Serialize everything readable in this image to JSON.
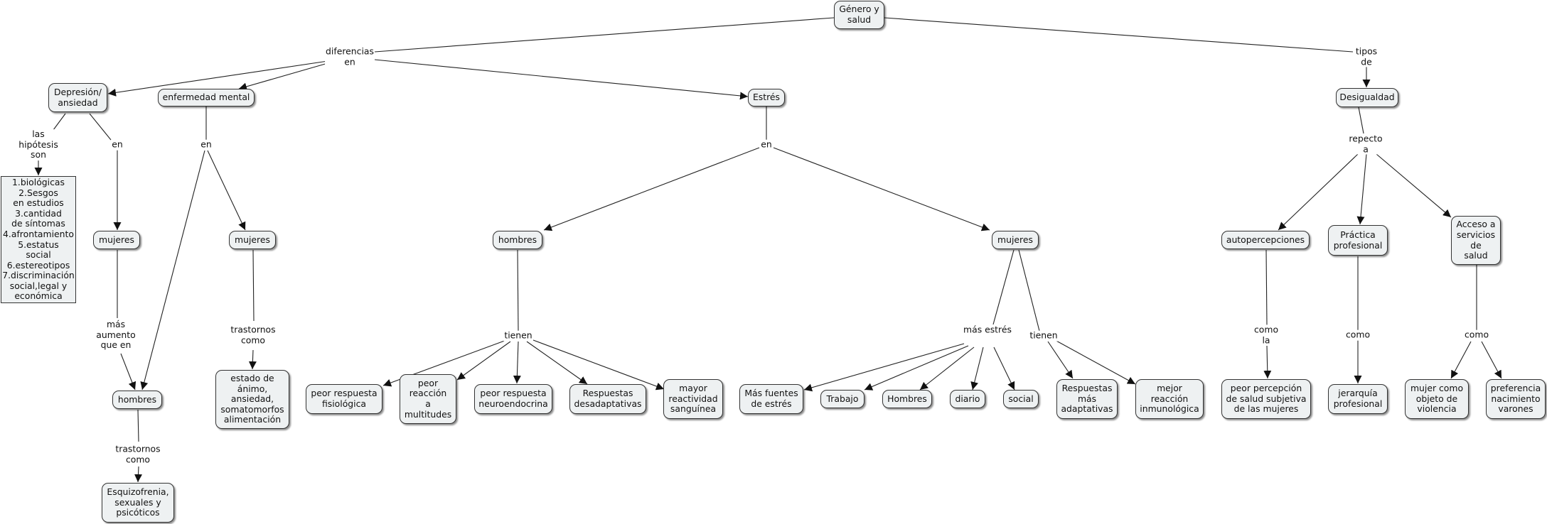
{
  "diagram": {
    "concepts": {
      "genero": "Género y\nsalud",
      "depresion": "Depresión/\nansiedad",
      "enfermedad": "enfermedad mental",
      "estres": "Estrés",
      "desigualdad": "Desigualdad",
      "hipotesis_list": "1.biológicas\n2.Sesgos\nen estudios\n3.cantidad\nde síntomas\n4.afrontamiento\n5.estatus\nsocial\n6.estereotipos\n7.discriminación\nsocial,legal y\neconómica",
      "mujeres_dep": "mujeres",
      "mujeres_enf": "mujeres",
      "hombres_estres": "hombres",
      "mujeres_estres": "mujeres",
      "autopercepciones": "autopercepciones",
      "practica": "Práctica\nprofesional",
      "acceso": "Acceso a\nservicios\nde\nsalud",
      "estado_animo": "estado de\nánimo,\nansiedad,\nsomatomorfos\nalimentación",
      "hombres_dep": "hombres",
      "esquizofrenia": "Esquizofrenia,\nsexuales y\npsicóticos",
      "peor_fisio": "peor respuesta\nfisiológica",
      "peor_multitudes": "peor\nreacción\na\nmultitudes",
      "peor_neuro": "peor respuesta\nneuroendocrina",
      "desadaptativas": "Respuestas\ndesadaptativas",
      "reactividad": "mayor\nreactividad\nsanguínea",
      "mas_fuentes": "Más fuentes\nde estrés",
      "trabajo": "Trabajo",
      "hombres_estres2": "Hombres",
      "diario": "diario",
      "social": "social",
      "mas_adaptativas": "Respuestas\nmás\nadaptativas",
      "inmunologica": "mejor\nreacción\ninmunológica",
      "peor_percepcion": "peor percepción\nde salud subjetiva\nde las mujeres",
      "jerarquia": "jerarquía\nprofesional",
      "mujer_objeto": "mujer como\nobjeto de\nviolencia",
      "preferencia": "preferencia\nnacimiento\nvarones"
    },
    "links": {
      "diferencias_en": "diferencias\nen",
      "tipos_de": "tipos\nde",
      "las_hipotesis_son": "las\nhipótesis\nson",
      "en_dep": "en",
      "en_enf": "en",
      "en_estres": "en",
      "repecto_a": "repecto\na",
      "mas_aumento": "más\naumento\nque en",
      "trastornos_como_enf": "trastornos\ncomo",
      "trastornos_como_dep": "trastornos\ncomo",
      "tienen_h": "tienen",
      "mas_estres": "más estrés",
      "tienen_m": "tienen",
      "como_la": "como\nla",
      "como_prac": "como",
      "como_acc": "como"
    }
  }
}
